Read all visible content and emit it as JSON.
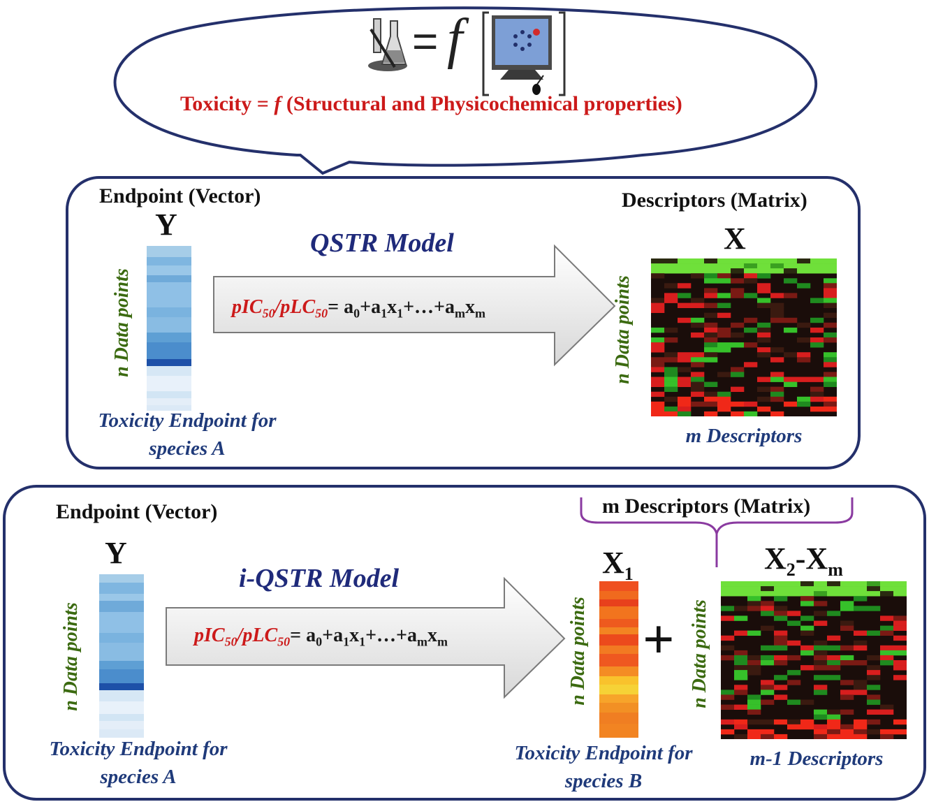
{
  "top": {
    "equals_sign": "=",
    "function_symbol": "f",
    "caption": {
      "prefix": "Toxicity = ",
      "f": "f",
      "suffix": " (Structural and Physicochemical properties)"
    }
  },
  "panel1": {
    "endpoint_heading": "Endpoint (Vector)",
    "endpoint_symbol": "Y",
    "n_label": "n Data points",
    "endpoint_caption_line1": "Toxicity Endpoint for",
    "endpoint_caption_line2": "species A",
    "model_title": "QSTR Model",
    "descriptor_heading": "Descriptors (Matrix)",
    "descriptor_symbol": "X",
    "descriptor_n_label": "n Data points",
    "descriptor_caption": "m Descriptors"
  },
  "panel2": {
    "endpoint_heading": "Endpoint (Vector)",
    "endpoint_symbol": "Y",
    "n_label": "n Data points",
    "endpoint_caption_line1": "Toxicity Endpoint for",
    "endpoint_caption_line2": "species A",
    "model_title": "i-QSTR Model",
    "brace_heading": "m Descriptors (Matrix)",
    "x1_symbol": "X",
    "x1_subscript": "1",
    "x1_n_label": "n Data points",
    "x1_caption_line1": "Toxicity Endpoint for",
    "x1_caption_line2": "species B",
    "plus_sign": "+",
    "x2_symbol_a": "X",
    "x2_sub_a": "2",
    "x2_dash": "-X",
    "x2_sub_b": "m",
    "x2_n_label": "n Data points",
    "x2_caption": "m-1 Descriptors"
  },
  "formula": {
    "pic": "pIC",
    "pic_sub": "50",
    "slash": "/",
    "plc": "pLC",
    "plc_sub": "50",
    "eq": "= a",
    "a0_sub": "0",
    "plus_a": "+a",
    "a1_sub": "1",
    "x": "x",
    "x1_sub": "1",
    "dots": "+…+a",
    "am_sub": "m",
    "xm": "x",
    "xm_sub": "m"
  },
  "colors": {
    "blue_text": "#1f3a7a",
    "red_text": "#cc1a1a",
    "green_label": "#3b6a10",
    "panel_border": "#24306b"
  },
  "icons": [
    "lab-flask-icon",
    "computer-molecule-icon"
  ]
}
